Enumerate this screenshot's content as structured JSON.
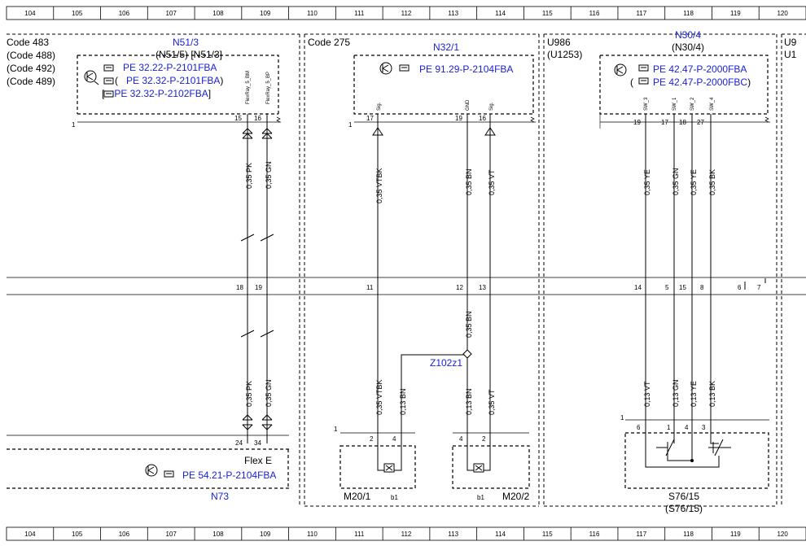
{
  "ruler": {
    "columns": [
      "104",
      "105",
      "106",
      "107",
      "108",
      "109",
      "110",
      "111",
      "112",
      "113",
      "114",
      "115",
      "116",
      "117",
      "118",
      "119",
      "120"
    ]
  },
  "colors": {
    "link": "#1a22d6",
    "line": "#000000"
  },
  "section_left": {
    "codes": [
      "Code 483",
      "(Code 488)",
      "(Code 492)",
      "(Code 489)"
    ],
    "module_title": "N51/3",
    "module_alt": "(N51/5)  [N51/3]",
    "refs": [
      "PE 32.22-P-2101FBA",
      "PE 32.32-P-2101FBA",
      "PE 32.32-P-2102FBA"
    ],
    "ref_prefixes": [
      "",
      "(",
      "["
    ],
    "ref_suffixes": [
      "",
      ")",
      "]"
    ],
    "pin_names": [
      "FlexRay_5_BM",
      "FlexRay_5_BP"
    ],
    "pins_top": [
      "15",
      "16"
    ],
    "block_index": "1",
    "wires_top": [
      "0,35 PK",
      "0,35 GN"
    ],
    "connector_pins": [
      "18",
      "19"
    ],
    "wires_bottom": [
      "0,35 PK",
      "0,35 GN"
    ],
    "pins_bottom": [
      "24",
      "34"
    ],
    "bottom_label": "Flex E",
    "bottom_ref": "PE 54.21-P-2104FBA",
    "bottom_module": "N73"
  },
  "section_mid": {
    "code": "Code 275",
    "module_title": "N32/1",
    "ref": "PE 91.29-P-2104FBA",
    "pin_names": [
      "Sig.",
      "GND",
      "Sig."
    ],
    "pins_top": [
      "17",
      "19",
      "16"
    ],
    "block_index": "1",
    "wires_top": [
      "0,35 VTBK",
      "0,35 BN",
      "0,35 VT"
    ],
    "connector_pins": [
      "11",
      "12",
      "13"
    ],
    "wire_mid": "0,35 BN",
    "splice": "Z102z1",
    "wires_bottom": [
      "0,35 VTBK",
      "0,13 BN",
      "0,13 BN",
      "0,35 VT"
    ],
    "motor_left": {
      "pins": [
        "2",
        "4"
      ],
      "name": "M20/1",
      "sub": "b1",
      "index": "1"
    },
    "motor_right": {
      "pins": [
        "4",
        "2"
      ],
      "name": "M20/2",
      "sub": "b1"
    }
  },
  "section_right": {
    "code": "U986",
    "code_alt": "(U1253)",
    "module_title": "N30/4",
    "module_alt": "(N30/4)",
    "refs": [
      "PE 42.47-P-2000FBA",
      "PE 42.47-P-2000FBC"
    ],
    "ref_prefixes": [
      "",
      "("
    ],
    "ref_suffixes": [
      "",
      ")"
    ],
    "pin_names": [
      "SW_3",
      "SW_1",
      "SW_2",
      "SW_4"
    ],
    "pins_top": [
      "19",
      "17",
      "18",
      "27"
    ],
    "wires_top": [
      "0,35 YE",
      "0,35 GN",
      "0,35 YE",
      "0,35 BK"
    ],
    "connector_pins": [
      "14",
      "5",
      "15",
      "8",
      "6",
      "7"
    ],
    "wires_bottom": [
      "0,13 VT",
      "0,13 GN",
      "0,13 YE",
      "0,13 BK"
    ],
    "switch_pins": [
      "6",
      "1",
      "4",
      "3"
    ],
    "switch_index": "1",
    "switch_name": "S76/15",
    "switch_alt": "(S76/15)"
  },
  "section_edge": {
    "code": "U9",
    "code_alt": "U1"
  }
}
